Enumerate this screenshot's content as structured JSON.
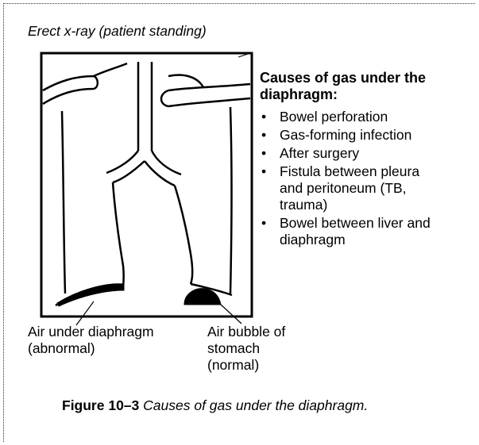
{
  "title": "Erect x-ray (patient standing)",
  "causes": {
    "heading_line1": "Causes of gas under the",
    "heading_line2": "diaphragm:",
    "items": [
      [
        "Bowel perforation"
      ],
      [
        "Gas-forming infection"
      ],
      [
        "After surgery"
      ],
      [
        "Fistula between pleura",
        "and peritoneum (TB,",
        "trauma)"
      ],
      [
        "Bowel between liver and",
        "diaphragm"
      ]
    ]
  },
  "labels": {
    "left_line1": "Air under diaphragm",
    "left_line2": "(abnormal)",
    "right_line1": "Air bubble of",
    "right_line2": "stomach",
    "right_line3": "(normal)"
  },
  "figure": {
    "number": "Figure 10–3",
    "text": " Causes of gas under the diaphragm."
  }
}
